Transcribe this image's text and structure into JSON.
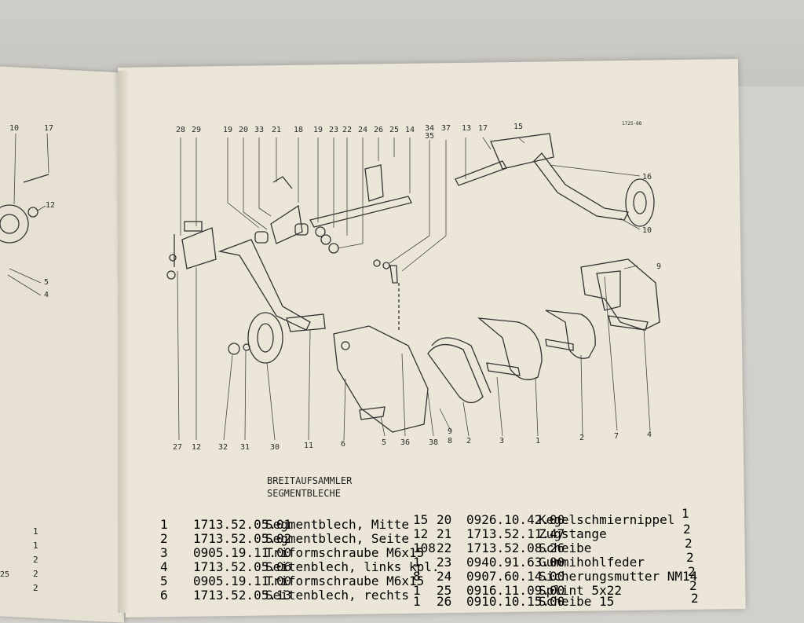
{
  "doc_ref": "1725-88",
  "left_page_labels": [
    "10",
    "17",
    "12",
    "5",
    "4",
    "25"
  ],
  "left_page_qty": [
    "1",
    "1",
    "2",
    "2",
    "2"
  ],
  "top_labels": [
    "28",
    "29",
    "19",
    "20",
    "33",
    "21",
    "18",
    "19",
    "23",
    "22",
    "24",
    "26",
    "25",
    "14",
    "34",
    "35",
    "37",
    "13",
    "17",
    "15"
  ],
  "side_labels": [
    "16",
    "10",
    "9"
  ],
  "bottom_labels": [
    "27",
    "12",
    "32",
    "31",
    "30",
    "11",
    "6",
    "5",
    "36",
    "38",
    "9",
    "8",
    "2",
    "3",
    "1",
    "2",
    "7",
    "4"
  ],
  "heading": {
    "line1": "BREITAUFSAMMLER",
    "line2": "SEGMENTBLECHE"
  },
  "parts_left": [
    {
      "pos": "1",
      "nr": "1713.52.05.01",
      "desc": "Segmentblech, Mitte"
    },
    {
      "pos": "2",
      "nr": "1713.52.05.02",
      "desc": "Segmentblech, Seite"
    },
    {
      "pos": "3",
      "nr": "0905.19.11.00",
      "desc": "Triformschraube M6x15"
    },
    {
      "pos": "4",
      "nr": "1713.52.05.06",
      "desc": "Seitenblech, links kpl."
    },
    {
      "pos": "5",
      "nr": "0905.19.11.00",
      "desc": "Triformschraube M6x15"
    },
    {
      "pos": "6",
      "nr": "1713.52.05.13",
      "desc": "Seitenblech, rechts"
    }
  ],
  "parts_right": [
    {
      "qty": "15",
      "pos": "20",
      "nr": "0926.10.42.00",
      "desc": "Kegelschmiernippel",
      "count": "1"
    },
    {
      "qty": "12",
      "pos": "21",
      "nr": "1713.52.11.47",
      "desc": "Zugstange",
      "count": "2"
    },
    {
      "qty": "108",
      "pos": "22",
      "nr": "1713.52.08.26",
      "desc": "Scheibe",
      "count": "2"
    },
    {
      "qty": "1",
      "pos": "23",
      "nr": "0940.91.63.00",
      "desc": "Gummihohlfeder",
      "count": "2"
    },
    {
      "qty": "8",
      "pos": "24",
      "nr": "0907.60.14.00",
      "desc": "Sicherungsmutter NM14",
      "count": "2"
    },
    {
      "qty": "1",
      "pos": "25",
      "nr": "0916.11.09.00",
      "desc": "Splint 5x22",
      "count": "2"
    },
    {
      "qty": "1",
      "pos": "26",
      "nr": "0910.10.15.00",
      "desc": "Scheibe 15",
      "count": "2"
    }
  ]
}
